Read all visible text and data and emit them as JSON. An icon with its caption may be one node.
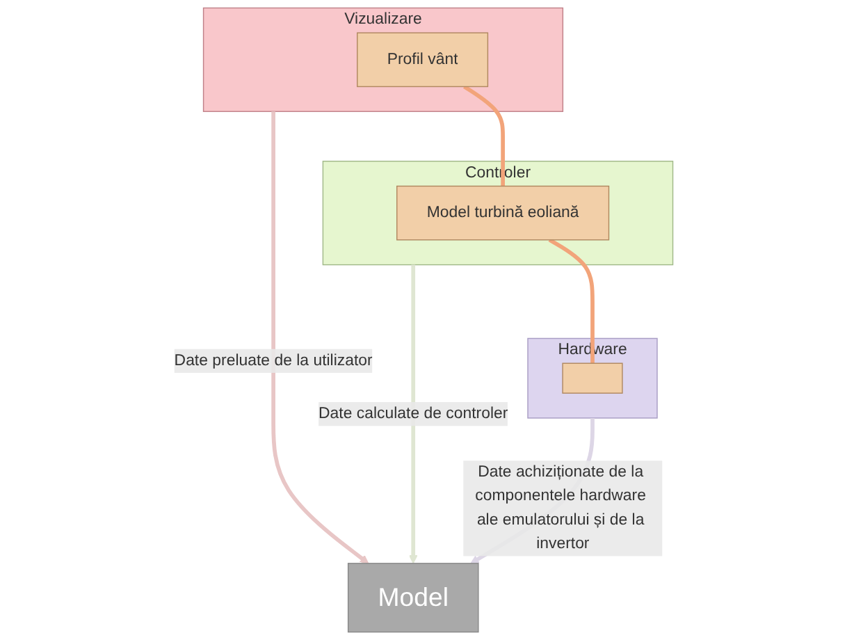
{
  "diagram": {
    "nodes": [
      {
        "text": [
          "Vizualizare"
        ]
      },
      {
        "text": [
          "Profil vânt"
        ],
        "in": 0
      },
      {
        "text": [
          "Controler"
        ]
      },
      {
        "text": [
          "Model turbină eoliană"
        ],
        "in": 2
      },
      {
        "text": [
          "Hardware"
        ]
      },
      {
        "text": [],
        "shape": "box",
        "in": 4
      },
      {
        "text": [
          "Model"
        ]
      }
    ],
    "edges": [
      {
        "from": 0,
        "to": 6,
        "arrow": "to",
        "label": "Date preluate de la utilizator",
        "color": "#e8c6c6"
      },
      {
        "from": 2,
        "to": 6,
        "arrow": "to",
        "label": "Date calculate de controler",
        "color": "#dfe6d2"
      },
      {
        "from": 4,
        "to": 6,
        "arrow": "to",
        "label": "Date achiziționate de la componentele hardware ale emulatorului și de la invertor",
        "color": "#ddd6e6"
      },
      {
        "from": 1,
        "to": 3,
        "arrow": "none",
        "color": "#f2a47a"
      },
      {
        "from": 3,
        "to": 5,
        "arrow": "none",
        "color": "#f2a47a"
      }
    ]
  }
}
